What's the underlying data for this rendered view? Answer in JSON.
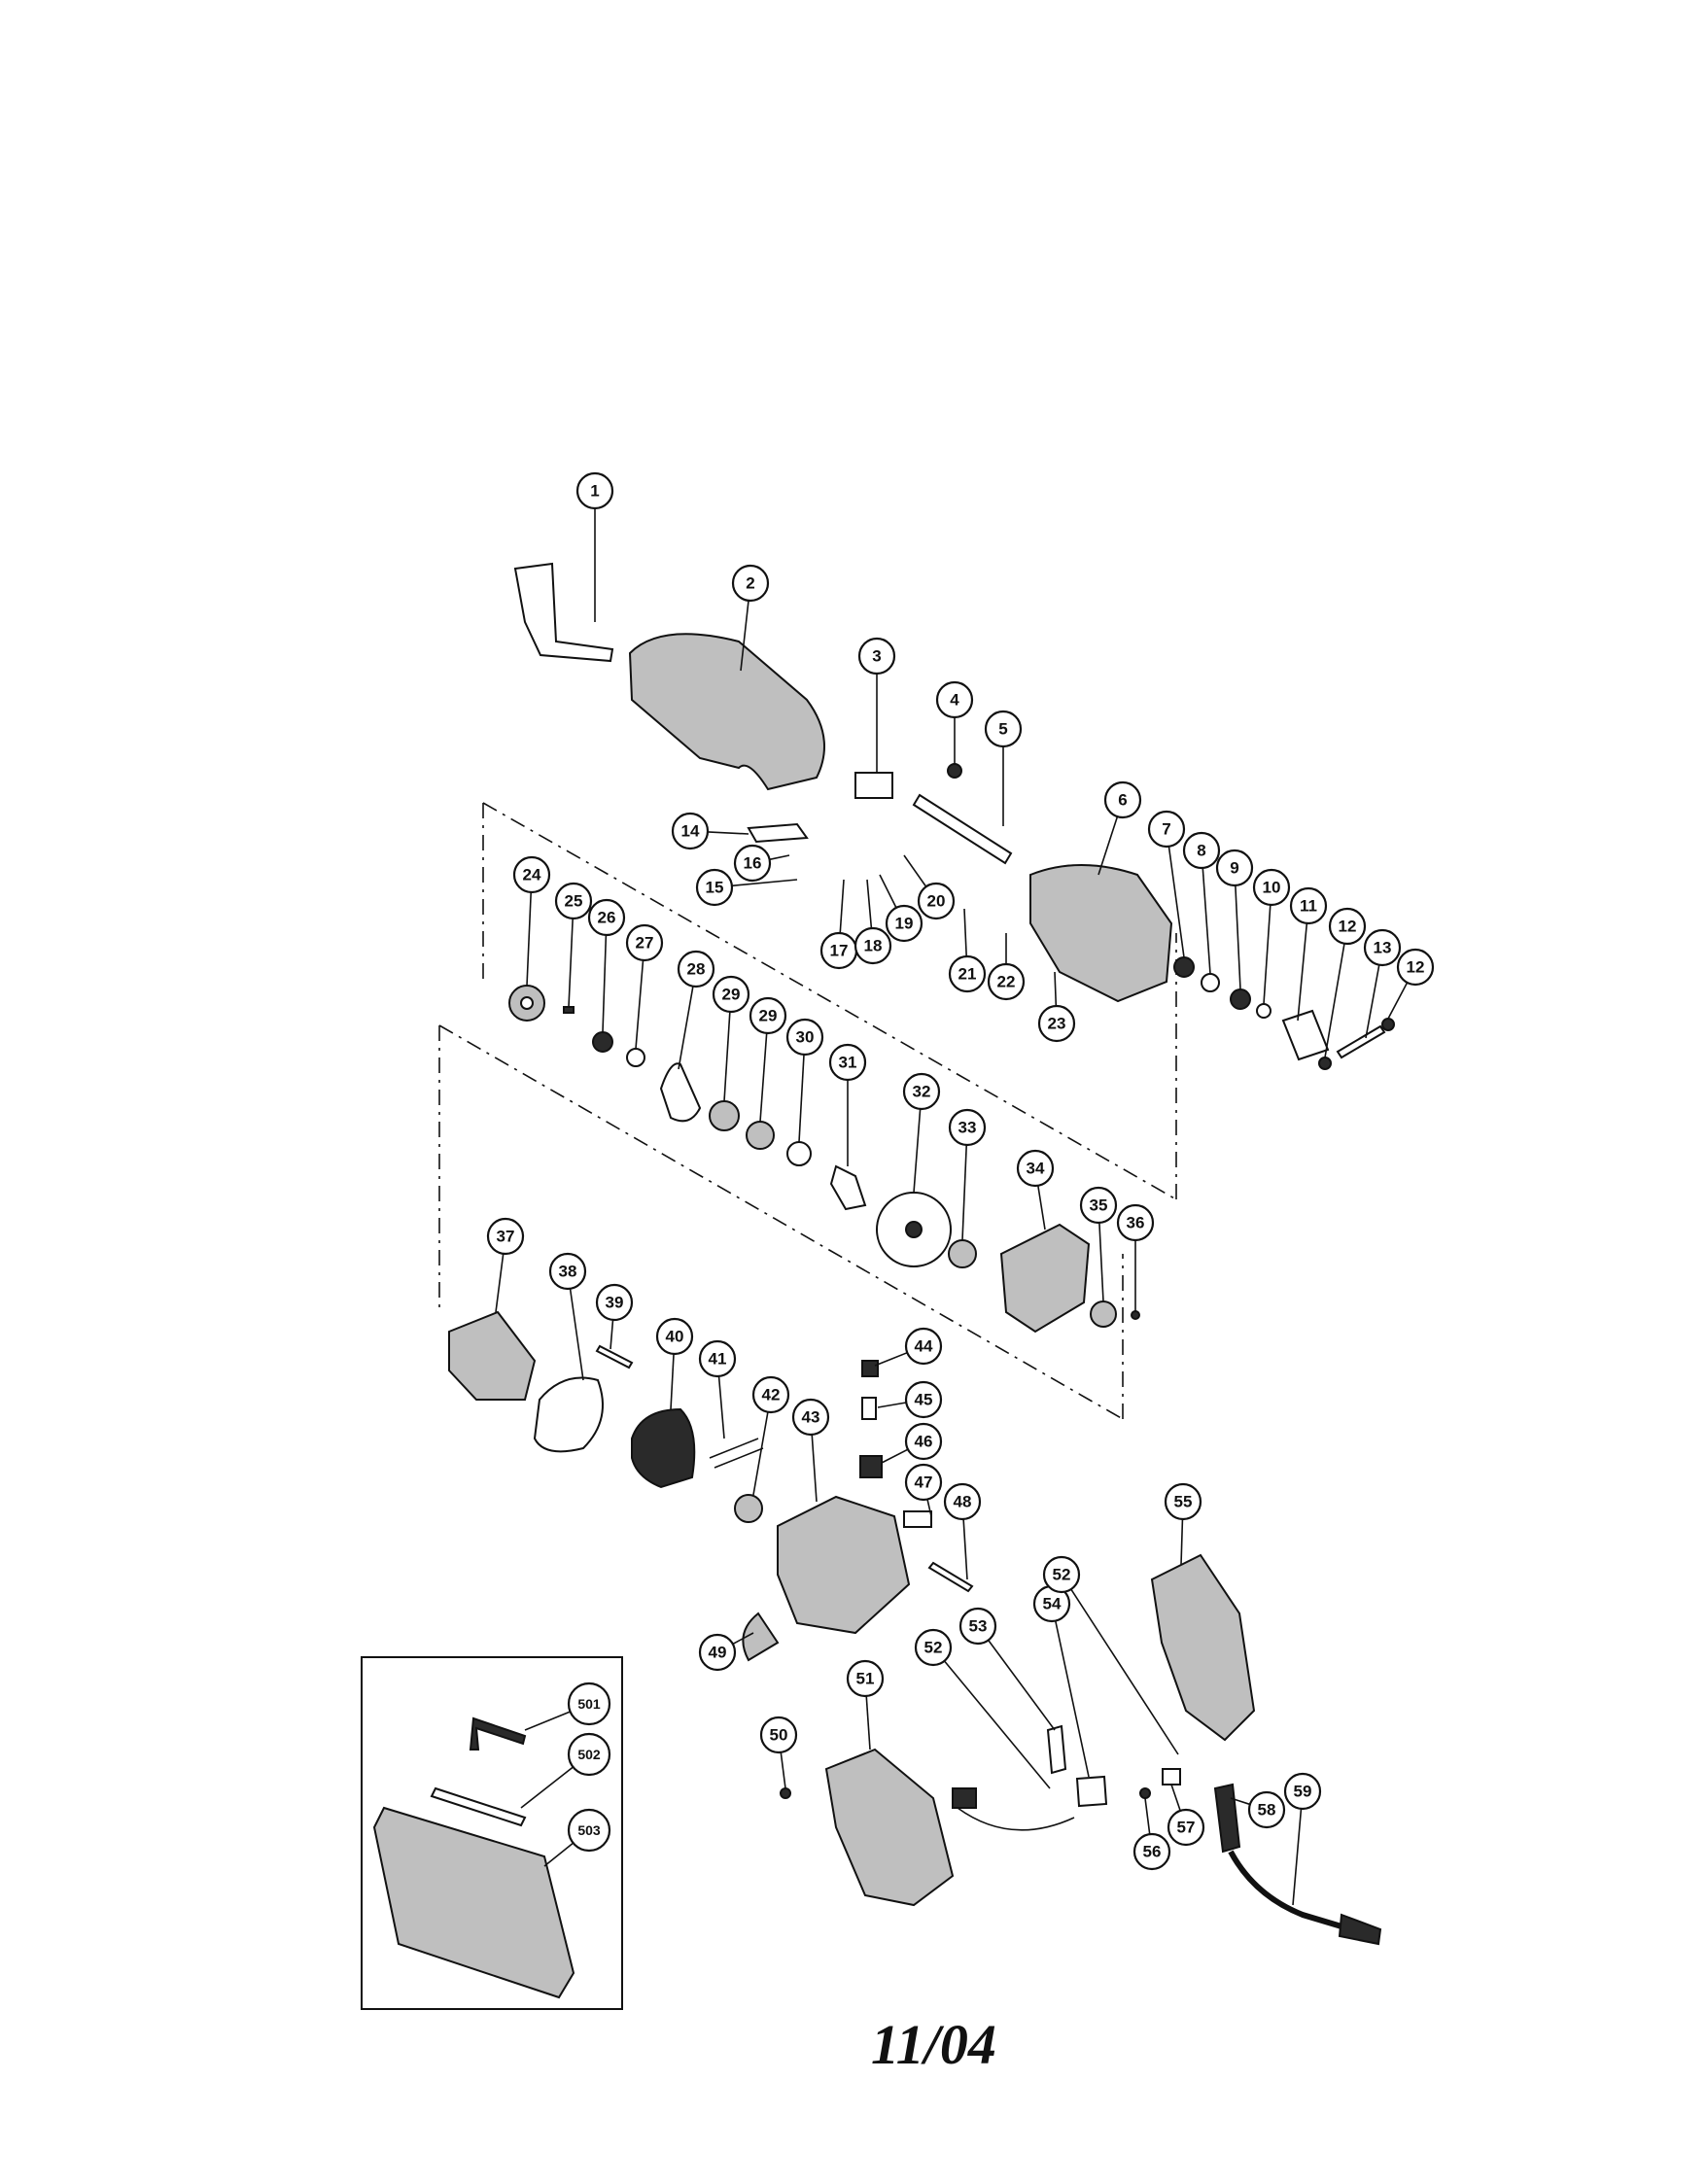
{
  "date_label": "11/04",
  "callouts": [
    {
      "label": "1"
    },
    {
      "label": "2"
    },
    {
      "label": "3"
    },
    {
      "label": "4"
    },
    {
      "label": "5"
    },
    {
      "label": "6"
    },
    {
      "label": "7"
    },
    {
      "label": "8"
    },
    {
      "label": "9"
    },
    {
      "label": "10"
    },
    {
      "label": "11"
    },
    {
      "label": "12"
    },
    {
      "label": "13"
    },
    {
      "label": "12"
    },
    {
      "label": "14"
    },
    {
      "label": "15"
    },
    {
      "label": "16"
    },
    {
      "label": "17"
    },
    {
      "label": "18"
    },
    {
      "label": "19"
    },
    {
      "label": "20"
    },
    {
      "label": "21"
    },
    {
      "label": "22"
    },
    {
      "label": "23"
    },
    {
      "label": "24"
    },
    {
      "label": "25"
    },
    {
      "label": "26"
    },
    {
      "label": "27"
    },
    {
      "label": "28"
    },
    {
      "label": "29"
    },
    {
      "label": "29"
    },
    {
      "label": "30"
    },
    {
      "label": "31"
    },
    {
      "label": "32"
    },
    {
      "label": "33"
    },
    {
      "label": "34"
    },
    {
      "label": "35"
    },
    {
      "label": "36"
    },
    {
      "label": "37"
    },
    {
      "label": "38"
    },
    {
      "label": "39"
    },
    {
      "label": "40"
    },
    {
      "label": "41"
    },
    {
      "label": "42"
    },
    {
      "label": "43"
    },
    {
      "label": "44"
    },
    {
      "label": "45"
    },
    {
      "label": "46"
    },
    {
      "label": "47"
    },
    {
      "label": "48"
    },
    {
      "label": "49"
    },
    {
      "label": "50"
    },
    {
      "label": "51"
    },
    {
      "label": "52"
    },
    {
      "label": "53"
    },
    {
      "label": "54"
    },
    {
      "label": "52"
    },
    {
      "label": "55"
    },
    {
      "label": "56"
    },
    {
      "label": "57"
    },
    {
      "label": "58"
    },
    {
      "label": "59"
    },
    {
      "label": "501"
    },
    {
      "label": "502"
    },
    {
      "label": "503"
    }
  ]
}
